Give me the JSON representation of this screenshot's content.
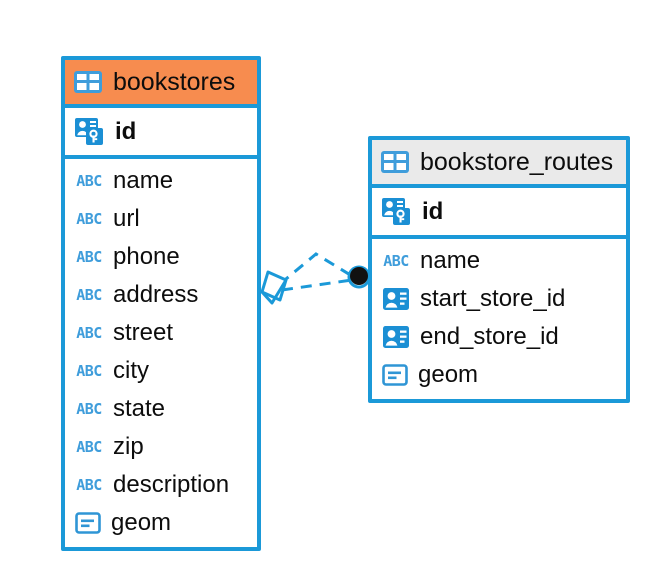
{
  "diagram": {
    "type": "entity-relationship-diagram",
    "background_color": "#ffffff",
    "accent_color": "#1b99d8",
    "highlight_color": "#f78c4f"
  },
  "entities": [
    {
      "id": "bookstores",
      "name": "bookstores",
      "header_color": "#f78c4f",
      "table_icon": "table-icon",
      "primary_keys": [
        {
          "name": "id",
          "icon": "primary-key-icon"
        }
      ],
      "fields": [
        {
          "name": "name",
          "icon": "abc-icon",
          "icon_label": "ABC"
        },
        {
          "name": "url",
          "icon": "abc-icon",
          "icon_label": "ABC"
        },
        {
          "name": "phone",
          "icon": "abc-icon",
          "icon_label": "ABC"
        },
        {
          "name": "address",
          "icon": "abc-icon",
          "icon_label": "ABC"
        },
        {
          "name": "street",
          "icon": "abc-icon",
          "icon_label": "ABC"
        },
        {
          "name": "city",
          "icon": "abc-icon",
          "icon_label": "ABC"
        },
        {
          "name": "state",
          "icon": "abc-icon",
          "icon_label": "ABC"
        },
        {
          "name": "zip",
          "icon": "abc-icon",
          "icon_label": "ABC"
        },
        {
          "name": "description",
          "icon": "abc-icon",
          "icon_label": "ABC"
        },
        {
          "name": "geom",
          "icon": "blob-icon",
          "icon_label": ""
        }
      ]
    },
    {
      "id": "bookstore_routes",
      "name": "bookstore_routes",
      "header_color": "#eaeaea",
      "table_icon": "table-icon",
      "primary_keys": [
        {
          "name": "id",
          "icon": "primary-key-icon"
        }
      ],
      "fields": [
        {
          "name": "name",
          "icon": "abc-icon",
          "icon_label": "ABC"
        },
        {
          "name": "start_store_id",
          "icon": "foreign-key-icon",
          "icon_label": ""
        },
        {
          "name": "end_store_id",
          "icon": "foreign-key-icon",
          "icon_label": ""
        },
        {
          "name": "geom",
          "icon": "blob-icon",
          "icon_label": ""
        }
      ]
    }
  ],
  "relationships": [
    {
      "from_entity": "bookstores",
      "to_entity": "bookstore_routes",
      "from_marker": "rotated-square-marker",
      "to_marker": "filled-circle-marker",
      "line_style": "dashed",
      "line_color": "#1b99d8",
      "edge_count": 2
    }
  ]
}
